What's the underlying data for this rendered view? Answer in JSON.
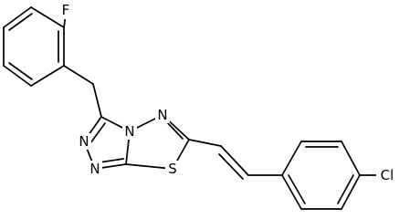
{
  "atoms": {
    "fluorine": "F",
    "nitrogen_1": "N",
    "nitrogen_2": "N",
    "nitrogen_3": "N",
    "nitrogen_4": "N",
    "sulfur": "S",
    "chlorine": "Cl"
  }
}
